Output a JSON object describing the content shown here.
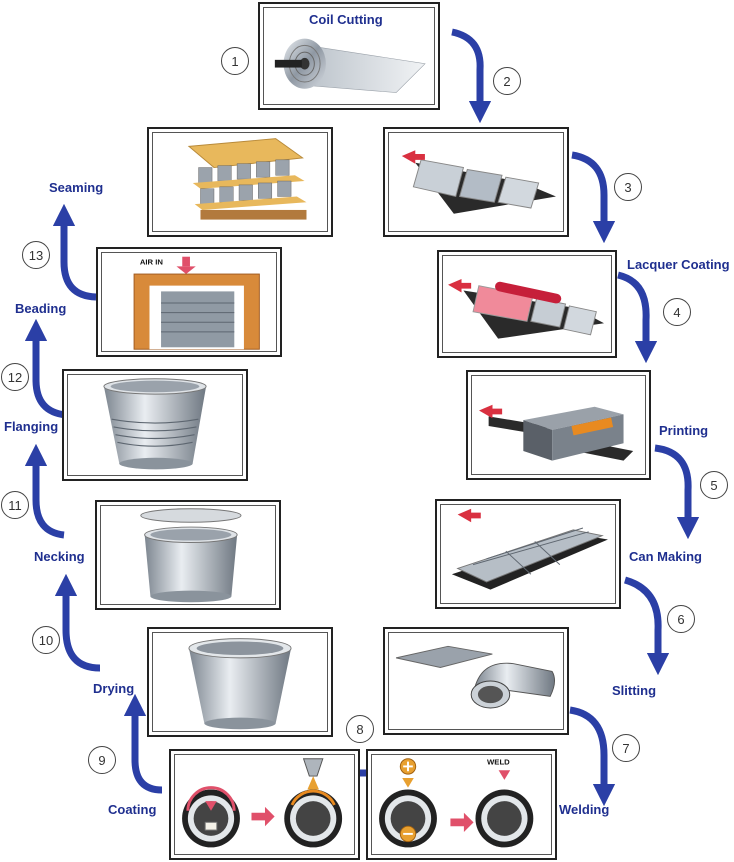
{
  "steps": {
    "coil_cutting": {
      "num": "1",
      "label": "Coil Cutting"
    },
    "sheet_cutting": {
      "num": "2"
    },
    "lacquer": {
      "num": "3",
      "label": "Lacquer Coating"
    },
    "printing": {
      "num": "4",
      "label": "Printing"
    },
    "can_making": {
      "num": "5",
      "label": "Can Making"
    },
    "slitting": {
      "num": "6",
      "label": "Slitting"
    },
    "welding": {
      "num": "7",
      "label": "Welding"
    },
    "coating": {
      "num": "8",
      "label": "Coating"
    },
    "drying": {
      "num": "9",
      "label": "Drying"
    },
    "necking": {
      "num": "10",
      "label": "Necking"
    },
    "flanging": {
      "num": "11",
      "label": "Flanging"
    },
    "beading": {
      "num": "12",
      "label": "Beading"
    },
    "seaming": {
      "num": "13",
      "label": "Seaming"
    }
  },
  "image_text": {
    "air_in": "AIR IN",
    "weld": "WELD"
  },
  "colors": {
    "arrow": "#2b3fa6",
    "label": "#1f2f8f",
    "red_arrow": "#e0506a"
  }
}
